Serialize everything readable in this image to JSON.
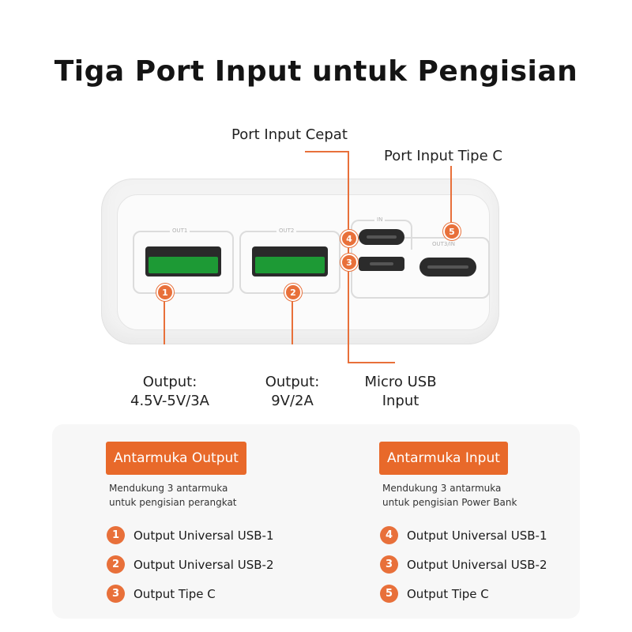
{
  "title": "Tiga Port Input untuk Pengisian",
  "callouts": {
    "fast_input": "Port Input Cepat",
    "type_c_input": "Port Input Tipe C",
    "output1_line1": "Output:",
    "output1_line2": "4.5V-5V/3A",
    "output2_line1": "Output:",
    "output2_line2": "9V/2A",
    "micro_line1": "Micro USB",
    "micro_line2": "Input"
  },
  "device": {
    "labels": {
      "out1": "OUT1",
      "out2": "OUT2",
      "in": "IN",
      "out3in": "OUT3/IN"
    },
    "badges": [
      "1",
      "2",
      "3",
      "4",
      "5"
    ],
    "port_color": "#1d9a35"
  },
  "accent_color": "#e8703a",
  "output_section": {
    "heading": "Antarmuka Output",
    "desc_line1": "Mendukung 3 antarmuka",
    "desc_line2": "untuk pengisian perangkat",
    "items": [
      {
        "num": "1",
        "label": "Output Universal USB-1"
      },
      {
        "num": "2",
        "label": "Output Universal USB-2"
      },
      {
        "num": "3",
        "label": "Output Tipe C"
      }
    ]
  },
  "input_section": {
    "heading": "Antarmuka Input",
    "desc_line1": "Mendukung 3 antarmuka",
    "desc_line2": "untuk pengisian Power Bank",
    "items": [
      {
        "num": "4",
        "label": "Output Universal USB-1"
      },
      {
        "num": "3",
        "label": "Output Universal USB-2"
      },
      {
        "num": "5",
        "label": "Output Tipe C"
      }
    ]
  }
}
